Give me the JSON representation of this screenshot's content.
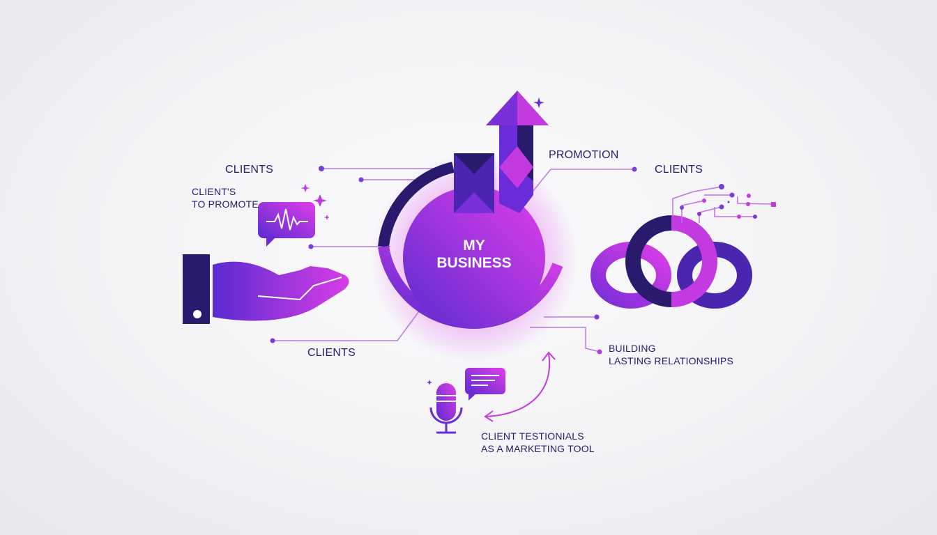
{
  "diagram": {
    "center": {
      "line1": "MY",
      "line2": "BUSINESS"
    },
    "labels": {
      "clients_top_left": "CLIENTS",
      "clients_promote_line1": "CLIENT'S",
      "clients_promote_line2": "TO PROMOTE",
      "clients_bottom_left": "CLIENTS",
      "promotion": "PROMOTION",
      "clients_top_right": "CLIENTS",
      "building_line1": "BUILDING",
      "building_line2": "LASTING RELATIONSHIPS",
      "testimonials_line1": "CLIENT TESTIONIALS",
      "testimonials_line2": "AS A MARKETING TOOL"
    },
    "icons": [
      "waveform-chat-bubble-icon",
      "open-hand-icon",
      "growth-arrow-icon",
      "interlocking-rings-icon",
      "circuit-nodes-icon",
      "microphone-icon",
      "message-bubble-icon",
      "curved-double-arrow-icon",
      "sparkle-icon"
    ],
    "colors": {
      "dark_indigo": "#2a1a6e",
      "violet": "#6a2bd9",
      "magenta": "#d63ae8",
      "line": "#b77be6",
      "background": "#f3f3f6"
    }
  }
}
